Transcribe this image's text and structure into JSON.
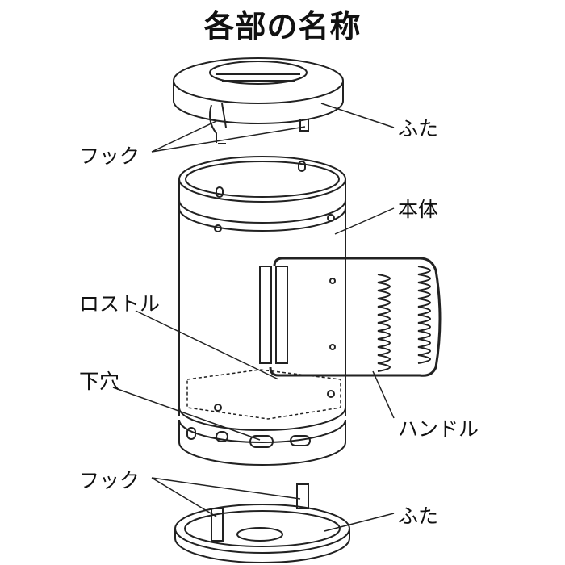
{
  "title": "各部の名称",
  "labels": {
    "lid_top": "ふた",
    "hook_top": "フック",
    "body": "本体",
    "grate": "ロストル",
    "bottom_holes": "下穴",
    "handle": "ハンドル",
    "hook_bottom": "フック",
    "lid_bottom": "ふた"
  }
}
